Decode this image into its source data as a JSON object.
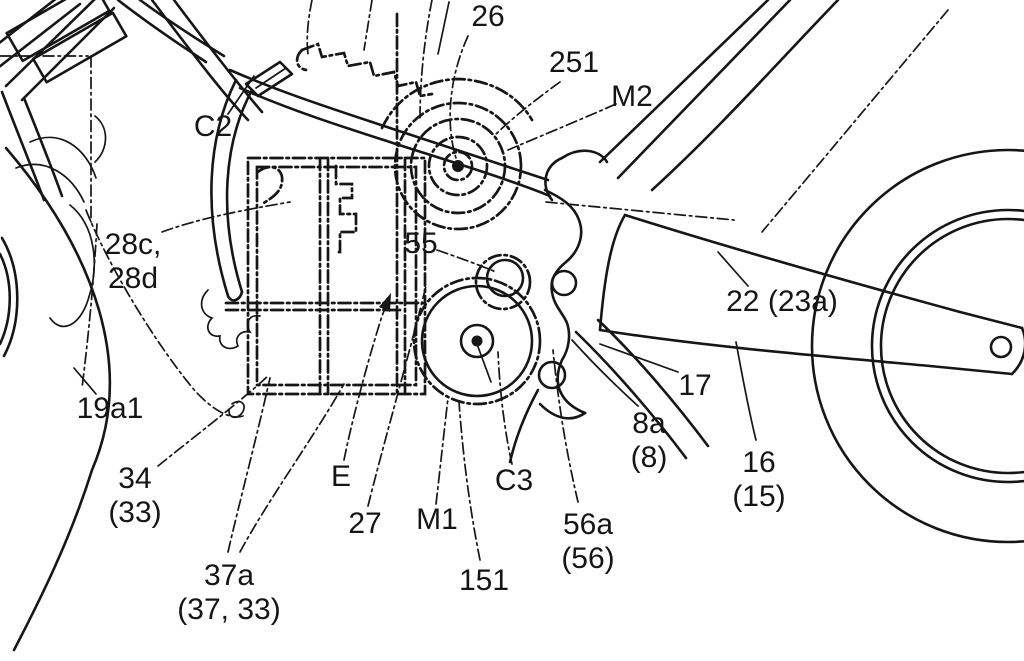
{
  "figure": {
    "type": "patent-line-drawing",
    "subject": "motorcycle frame, battery box, motors and swingarm (partial side view)",
    "background_color": "#ffffff",
    "line_color": "#161616"
  },
  "labels": {
    "l26": {
      "text": "26"
    },
    "l251": {
      "text": "251"
    },
    "lM2": {
      "text": "M2"
    },
    "lC2": {
      "text": "C2"
    },
    "l28cd": {
      "text": "28c,\n28d"
    },
    "l55": {
      "text": "55"
    },
    "l22": {
      "text": "22 (23a)"
    },
    "l17": {
      "text": "17"
    },
    "l8a": {
      "text": "8a\n(8)"
    },
    "l16": {
      "text": "16\n(15)"
    },
    "l19a1": {
      "text": "19a1"
    },
    "l34": {
      "text": "34\n(33)"
    },
    "lE": {
      "text": "E"
    },
    "l27": {
      "text": "27"
    },
    "lM1": {
      "text": "M1"
    },
    "lC3": {
      "text": "C3"
    },
    "l151": {
      "text": "151"
    },
    "l56a": {
      "text": "56a\n(56)"
    },
    "l37a": {
      "text": "37a\n(37, 33)"
    }
  }
}
